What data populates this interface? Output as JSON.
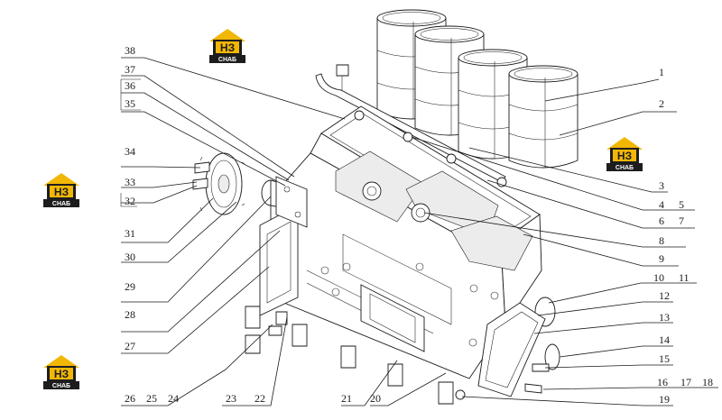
{
  "logo": {
    "mark": "НЗ",
    "text": "СНАБ",
    "accent_color": "#f2b705",
    "dark_color": "#1d1d1d"
  },
  "callouts": {
    "c1": "1",
    "c2": "2",
    "c3": "3",
    "c4": "4",
    "c5": "5",
    "c6": "6",
    "c7": "7",
    "c8": "8",
    "c9": "9",
    "c10": "10",
    "c11": "11",
    "c12": "12",
    "c13": "13",
    "c14": "14",
    "c15": "15",
    "c16": "16",
    "c17": "17",
    "c18": "18",
    "c19": "19",
    "c20": "20",
    "c21": "21",
    "c22": "22",
    "c23": "23",
    "c24": "24",
    "c25": "25",
    "c26": "26",
    "c27": "27",
    "c28": "28",
    "c29": "29",
    "c30": "30",
    "c31": "31",
    "c32": "32",
    "c33": "33",
    "c34": "34",
    "c35": "35",
    "c36": "36",
    "c37": "37",
    "c38": "38"
  }
}
